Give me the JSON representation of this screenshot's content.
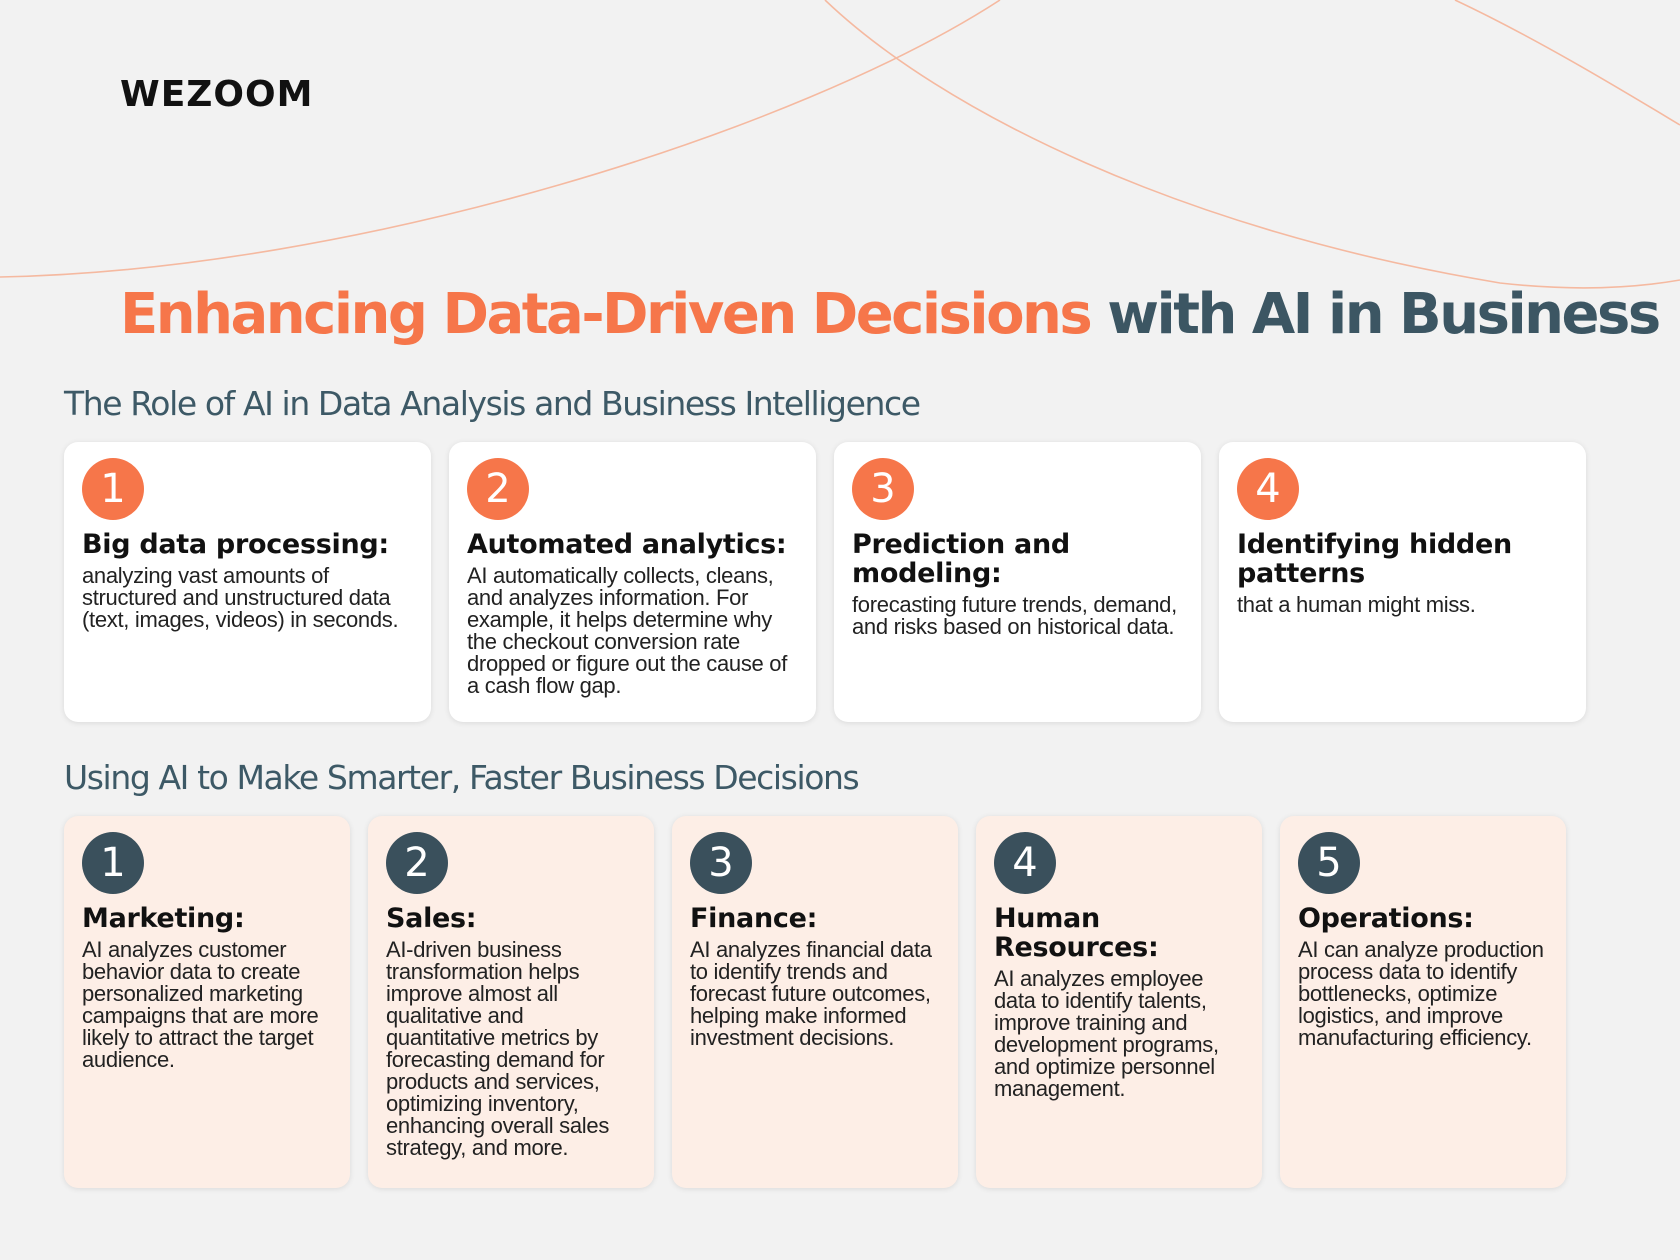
{
  "logo": {
    "text": "WEZOOM"
  },
  "title": {
    "accent": "Enhancing Data-Driven Decisions",
    "rest": "with AI in Business"
  },
  "colors": {
    "accent": "#f6764a",
    "dark": "#3a505c",
    "background": "#f2f2f2",
    "card_white": "#ffffff",
    "card_peach": "#fdeee6"
  },
  "section1": {
    "heading": "The Role of AI in Data Analysis and Business Intelligence",
    "cards": [
      {
        "number": "1",
        "title": "Big data processing:",
        "body": "analyzing vast amounts of structured and unstructured data (text, images, videos) in seconds."
      },
      {
        "number": "2",
        "title": "Automated analytics:",
        "body": "AI automatically collects, cleans, and analyzes information. For example, it helps determine why the checkout conversion rate dropped or figure out the cause of a cash flow gap."
      },
      {
        "number": "3",
        "title": "Prediction and modeling:",
        "body": "forecasting future trends, demand, and risks based on historical data."
      },
      {
        "number": "4",
        "title": "Identifying hidden patterns",
        "body": "that a human might miss."
      }
    ]
  },
  "section2": {
    "heading": "Using AI to Make Smarter, Faster Business Decisions",
    "cards": [
      {
        "number": "1",
        "title": "Marketing:",
        "body": "AI analyzes customer behavior data to create personalized marketing campaigns that are more likely to attract the target audience."
      },
      {
        "number": "2",
        "title": "Sales:",
        "body": "AI-driven business transformation helps improve almost all qualitative and quantitative metrics by forecasting demand for products and services, optimizing inventory, enhancing overall sales strategy, and more."
      },
      {
        "number": "3",
        "title": "Finance:",
        "body": "AI analyzes financial data to identify trends and forecast future outcomes, helping make informed investment decisions."
      },
      {
        "number": "4",
        "title": "Human Resources:",
        "body": "AI analyzes employee data to identify talents, improve training and development programs, and optimize personnel management."
      },
      {
        "number": "5",
        "title": "Operations:",
        "body": "AI can analyze production process data to identify bottlenecks, optimize logistics, and improve manufacturing efficiency."
      }
    ]
  }
}
